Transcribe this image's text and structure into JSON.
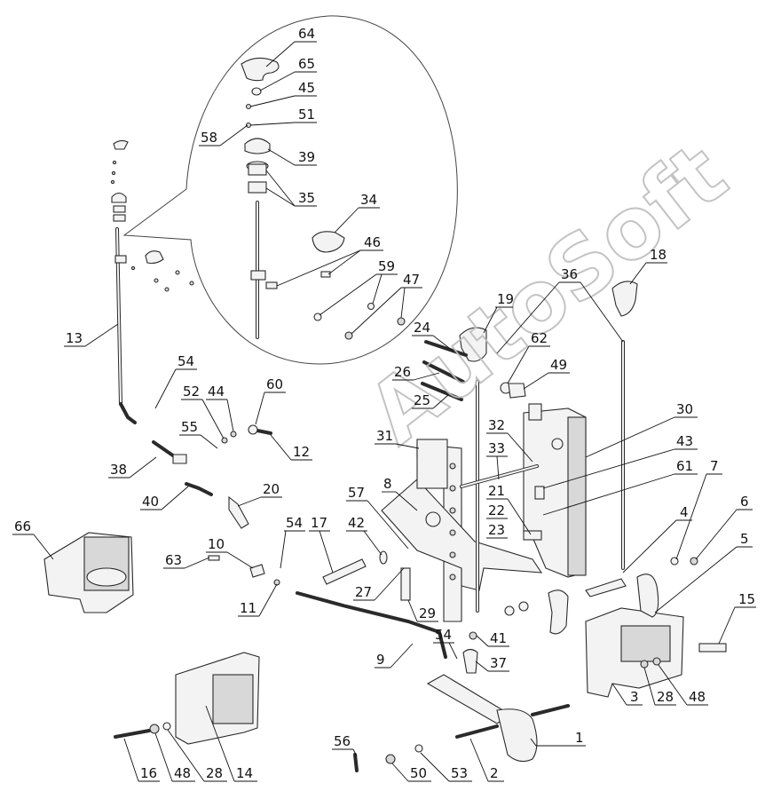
{
  "watermark": "AutoSoft",
  "callouts": [
    {
      "id": "c64",
      "label": "64"
    },
    {
      "id": "c65",
      "label": "65"
    },
    {
      "id": "c45",
      "label": "45"
    },
    {
      "id": "c51",
      "label": "51"
    },
    {
      "id": "c58",
      "label": "58"
    },
    {
      "id": "c39",
      "label": "39"
    },
    {
      "id": "c35",
      "label": "35"
    },
    {
      "id": "c34",
      "label": "34"
    },
    {
      "id": "c46",
      "label": "46"
    },
    {
      "id": "c59",
      "label": "59"
    },
    {
      "id": "c47",
      "label": "47"
    },
    {
      "id": "c13",
      "label": "13"
    },
    {
      "id": "c18",
      "label": "18"
    },
    {
      "id": "c36",
      "label": "36"
    },
    {
      "id": "c19",
      "label": "19"
    },
    {
      "id": "c24",
      "label": "24"
    },
    {
      "id": "c62",
      "label": "62"
    },
    {
      "id": "c26",
      "label": "26"
    },
    {
      "id": "c25",
      "label": "25"
    },
    {
      "id": "c49",
      "label": "49"
    },
    {
      "id": "c54a",
      "label": "54"
    },
    {
      "id": "c52",
      "label": "52"
    },
    {
      "id": "c44",
      "label": "44"
    },
    {
      "id": "c60",
      "label": "60"
    },
    {
      "id": "c55",
      "label": "55"
    },
    {
      "id": "c12",
      "label": "12"
    },
    {
      "id": "c31",
      "label": "31"
    },
    {
      "id": "c30",
      "label": "30"
    },
    {
      "id": "c32",
      "label": "32"
    },
    {
      "id": "c33",
      "label": "33"
    },
    {
      "id": "c43",
      "label": "43"
    },
    {
      "id": "c61",
      "label": "61"
    },
    {
      "id": "c38",
      "label": "38"
    },
    {
      "id": "c20",
      "label": "20"
    },
    {
      "id": "c8",
      "label": "8"
    },
    {
      "id": "c21",
      "label": "21"
    },
    {
      "id": "c22",
      "label": "22"
    },
    {
      "id": "c23",
      "label": "23"
    },
    {
      "id": "c40",
      "label": "40"
    },
    {
      "id": "c57",
      "label": "57"
    },
    {
      "id": "c7",
      "label": "7"
    },
    {
      "id": "c6",
      "label": "6"
    },
    {
      "id": "c66",
      "label": "66"
    },
    {
      "id": "c54b",
      "label": "54"
    },
    {
      "id": "c17",
      "label": "17"
    },
    {
      "id": "c42",
      "label": "42"
    },
    {
      "id": "c4",
      "label": "4"
    },
    {
      "id": "c5",
      "label": "5"
    },
    {
      "id": "c10",
      "label": "10"
    },
    {
      "id": "c63",
      "label": "63"
    },
    {
      "id": "c27",
      "label": "27"
    },
    {
      "id": "c11",
      "label": "11"
    },
    {
      "id": "c29",
      "label": "29"
    },
    {
      "id": "c15",
      "label": "15"
    },
    {
      "id": "c54c",
      "label": "54"
    },
    {
      "id": "c41",
      "label": "41"
    },
    {
      "id": "c9",
      "label": "9"
    },
    {
      "id": "c37",
      "label": "37"
    },
    {
      "id": "c3",
      "label": "3"
    },
    {
      "id": "c28a",
      "label": "28"
    },
    {
      "id": "c48a",
      "label": "48"
    },
    {
      "id": "c1",
      "label": "1"
    },
    {
      "id": "c56",
      "label": "56"
    },
    {
      "id": "c16",
      "label": "16"
    },
    {
      "id": "c48b",
      "label": "48"
    },
    {
      "id": "c28b",
      "label": "28"
    },
    {
      "id": "c14",
      "label": "14"
    },
    {
      "id": "c50",
      "label": "50"
    },
    {
      "id": "c53",
      "label": "53"
    },
    {
      "id": "c2",
      "label": "2"
    }
  ]
}
